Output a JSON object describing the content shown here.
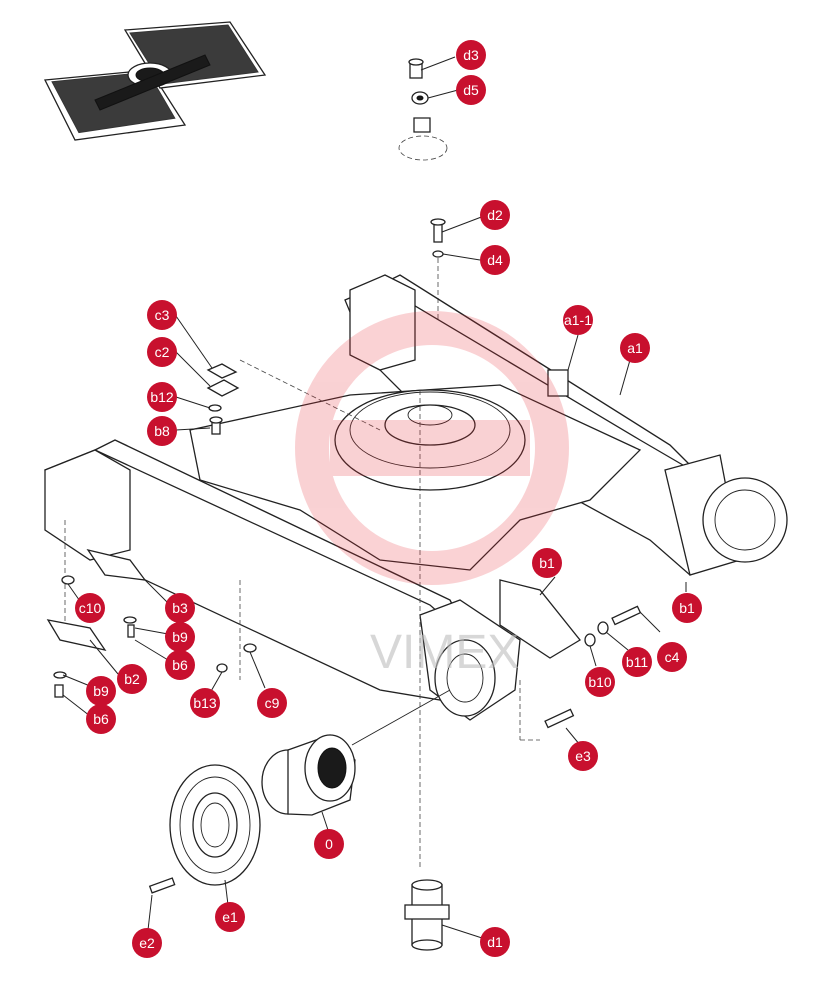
{
  "watermark": "VIMEX",
  "callouts": {
    "d3": "d3",
    "d5": "d5",
    "d2": "d2",
    "d4": "d4",
    "c3": "c3",
    "c2": "c2",
    "b12": "b12",
    "b8": "b8",
    "a1_1": "a1-1",
    "a1": "a1",
    "b1_top": "b1",
    "b1_right": "b1",
    "c10": "c10",
    "b3": "b3",
    "b9_mid": "b9",
    "b6_mid": "b6",
    "b2": "b2",
    "b9_low": "b9",
    "b6_low": "b6",
    "b13": "b13",
    "c9": "c9",
    "c4": "c4",
    "b11": "b11",
    "b10": "b10",
    "e3": "e3",
    "zero": "0",
    "e1": "e1",
    "e2": "e2",
    "d1": "d1"
  },
  "colors": {
    "callout": "#c8102e",
    "watermark": "#e8333a",
    "line": "#222222"
  },
  "icons": {
    "thumbnail": "crawler-undercarriage-thumbnail-icon",
    "frame": "track-frame-icon",
    "motor": "travel-motor-icon",
    "sprocket": "sprocket-icon",
    "swivel": "center-swivel-joint-icon"
  }
}
